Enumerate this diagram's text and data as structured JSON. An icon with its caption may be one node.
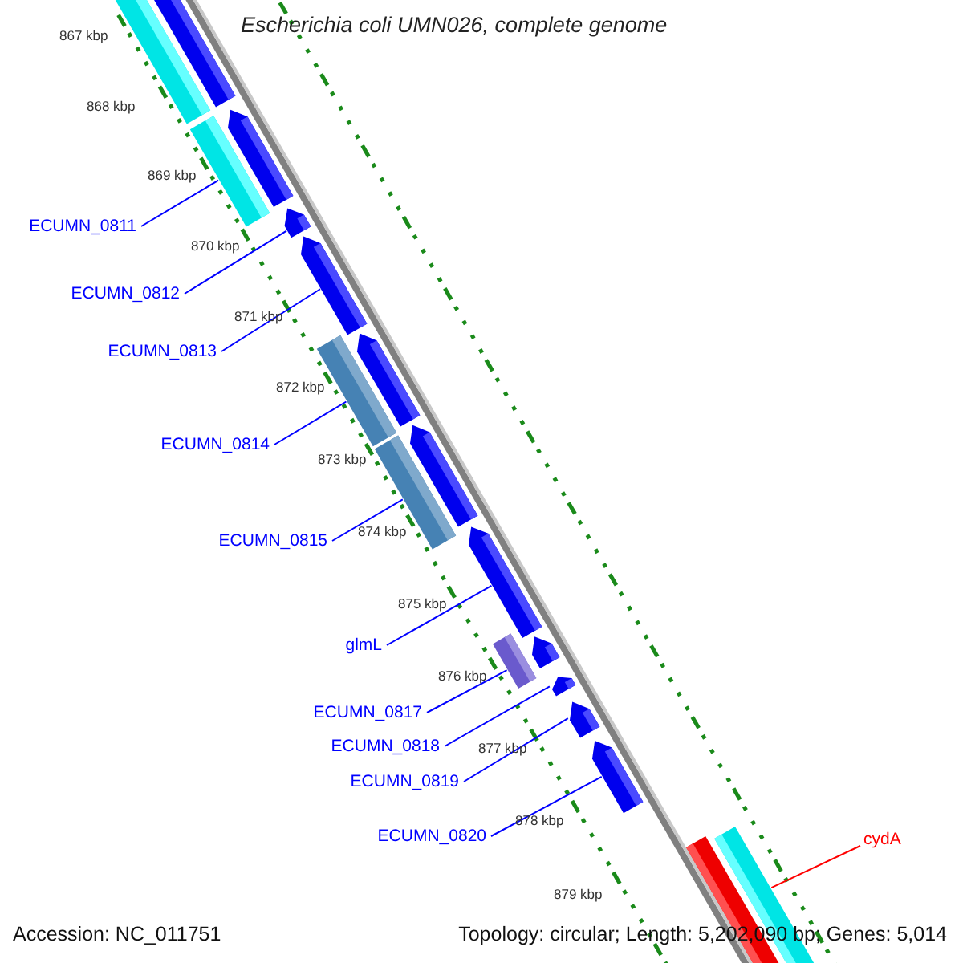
{
  "diagram": {
    "title": "Escherichia coli UMN026, complete genome",
    "nodes": [
      {
        "text": [
          "ECUMN_0811"
        ]
      },
      {
        "text": [
          "ECUMN_0812"
        ]
      },
      {
        "text": [
          "ECUMN_0813"
        ]
      },
      {
        "text": [
          "ECUMN_0814"
        ]
      },
      {
        "text": [
          "ECUMN_0815"
        ]
      },
      {
        "text": [
          "glmL"
        ]
      },
      {
        "text": [
          "ECUMN_0817"
        ]
      },
      {
        "text": [
          "ECUMN_0818"
        ]
      },
      {
        "text": [
          "ECUMN_0819"
        ]
      },
      {
        "text": [
          "ECUMN_0820"
        ]
      },
      {
        "text": [
          "cydA"
        ]
      },
      {
        "text": [],
        "shape": "bar"
      },
      {
        "text": [],
        "shape": "bar"
      },
      {
        "text": [],
        "shape": "pentagon"
      },
      {
        "text": [],
        "shape": "bar"
      },
      {
        "text": [],
        "shape": "pentagon"
      },
      {
        "text": [],
        "shape": "pentagon"
      },
      {
        "text": [],
        "shape": "bar"
      },
      {
        "text": [],
        "shape": "pentagon"
      },
      {
        "text": [],
        "shape": "bar"
      },
      {
        "text": [],
        "shape": "pentagon"
      },
      {
        "text": [],
        "shape": "pentagon"
      },
      {
        "text": [],
        "shape": "bar"
      },
      {
        "text": [],
        "shape": "pentagon"
      },
      {
        "text": [],
        "shape": "pentagon"
      },
      {
        "text": [],
        "shape": "pentagon"
      },
      {
        "text": [],
        "shape": "pentagon"
      },
      {
        "text": [],
        "shape": "bar"
      },
      {
        "text": [],
        "shape": "bar"
      }
    ],
    "edges": [
      {
        "from": 0,
        "to": 14,
        "arrow": "none"
      },
      {
        "from": 1,
        "to": 15,
        "arrow": "none"
      },
      {
        "from": 2,
        "to": 16,
        "arrow": "none"
      },
      {
        "from": 3,
        "to": 17,
        "arrow": "none"
      },
      {
        "from": 4,
        "to": 19,
        "arrow": "none"
      },
      {
        "from": 5,
        "to": 21,
        "arrow": "none"
      },
      {
        "from": 6,
        "to": 22,
        "arrow": "none"
      },
      {
        "from": 7,
        "to": 24,
        "arrow": "none"
      },
      {
        "from": 8,
        "to": 25,
        "arrow": "none"
      },
      {
        "from": 9,
        "to": 26,
        "arrow": "none"
      },
      {
        "from": 10,
        "to": 27,
        "arrow": "none",
        "color": "#ff0000"
      }
    ],
    "labels": [
      "867 kbp",
      "868 kbp",
      "869 kbp",
      "870 kbp",
      "871 kbp",
      "872 kbp",
      "873 kbp",
      "874 kbp",
      "875 kbp",
      "876 kbp",
      "877 kbp",
      "878 kbp",
      "879 kbp",
      "Accession: NC_011751",
      "Topology: circular; Length: 5,202,090 bp; Genes: 5,014"
    ]
  }
}
